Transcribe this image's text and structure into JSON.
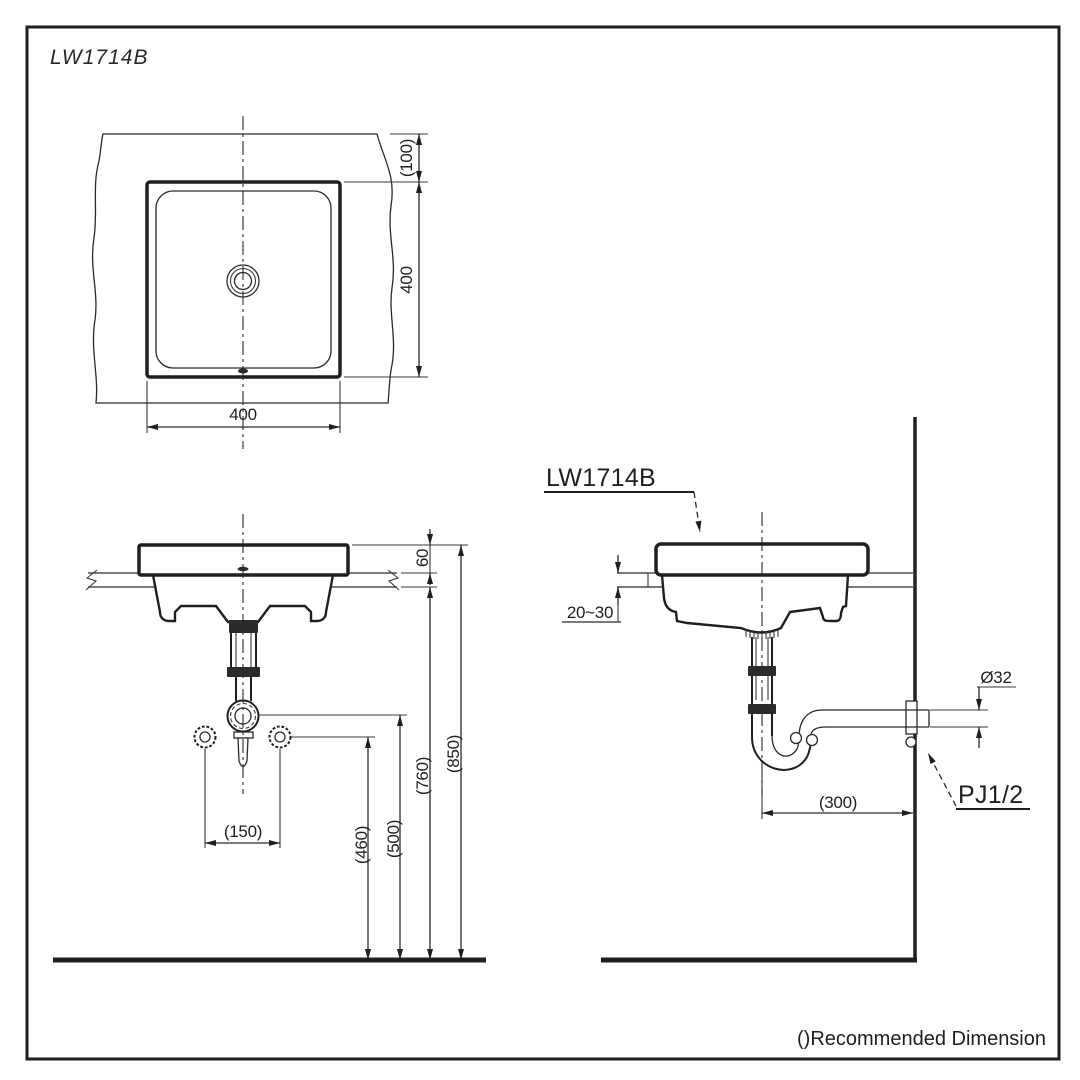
{
  "page": {
    "title": "LW1714B",
    "footnote": "()Recommended Dimension"
  },
  "colors": {
    "line": "#1f1f1f",
    "background": "#ffffff"
  },
  "top_view": {
    "name": "plan-view",
    "dims": {
      "counter_overhang": "(100)",
      "basin_depth": "400",
      "basin_width": "400"
    }
  },
  "front_view": {
    "name": "front-elevation",
    "dims": {
      "rim_above_counter": "60",
      "supply_spacing": "(150)",
      "supply_height": "(460)",
      "trap_height": "(500)",
      "counter_height": "(760)",
      "rim_height": "(850)"
    }
  },
  "side_view": {
    "name": "side-elevation",
    "product_label": "LW1714B",
    "fitting_label": "PJ1/2",
    "dims": {
      "counter_thickness": "20~30",
      "drain_pipe_diameter": "Ø32",
      "drain_to_wall": "(300)"
    }
  }
}
